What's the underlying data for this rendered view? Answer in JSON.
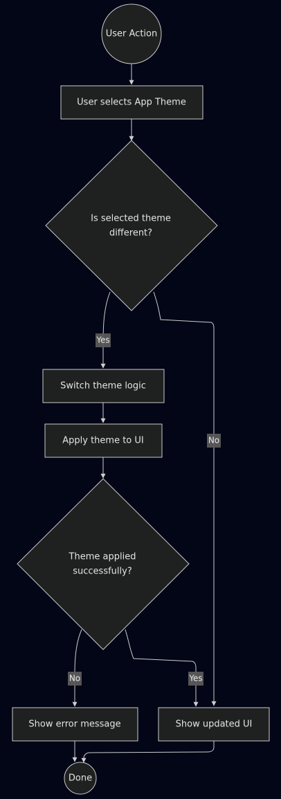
{
  "colors": {
    "background": "#020617",
    "node_fill": "#1f2020",
    "node_stroke": "#cccccc",
    "edge": "#cfcfcf",
    "edge_label_bg": "#5a5a5a",
    "text": "#e4e4e4"
  },
  "nodes": {
    "start": {
      "label": "User Action"
    },
    "select_theme": {
      "label": "User selects App Theme"
    },
    "is_different": {
      "line1": "Is selected theme",
      "line2": "different?"
    },
    "switch_logic": {
      "label": "Switch theme logic"
    },
    "apply_theme": {
      "label": "Apply theme to UI"
    },
    "applied_ok": {
      "line1": "Theme applied",
      "line2": "successfully?"
    },
    "show_error": {
      "label": "Show error message"
    },
    "show_updated": {
      "label": "Show updated UI"
    },
    "done": {
      "label": "Done"
    }
  },
  "edge_labels": {
    "different_yes": "Yes",
    "different_no": "No",
    "applied_no": "No",
    "applied_yes": "Yes"
  }
}
